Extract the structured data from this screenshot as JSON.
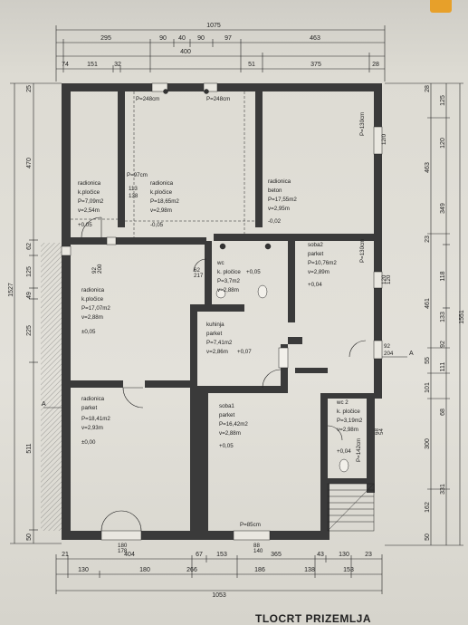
{
  "title": "TLOCRT PRIZEMLJA",
  "top_dims": {
    "overall": "1075",
    "row2": [
      "295",
      "90",
      "40",
      "90",
      "97",
      "463"
    ],
    "row3": [
      "400"
    ],
    "row4": [
      "74",
      "151",
      "32",
      "51",
      "375",
      "28"
    ]
  },
  "bottom_dims": {
    "row1": [
      "21",
      "404",
      "67",
      "153",
      "365",
      "43",
      "130",
      "23"
    ],
    "row2": [
      "130",
      "180",
      "266",
      "186",
      "138",
      "153"
    ],
    "overall": "1053"
  },
  "left_dims": {
    "overall": "1527",
    "parts": [
      "470",
      "62",
      "125",
      "49",
      "225",
      "511",
      "50"
    ],
    "misc": [
      "25"
    ]
  },
  "right_dims": {
    "outer": [
      "125",
      "463",
      "349",
      "461",
      "55",
      "101",
      "300",
      "162",
      "50"
    ],
    "inner": [
      "120",
      "23",
      "118",
      "133",
      "92",
      "111",
      "68",
      "331"
    ],
    "overall": "1551",
    "misc": [
      "28"
    ]
  },
  "openings": {
    "top1": "P=248cm",
    "top2": "P=248cm",
    "p97": "P=97cm",
    "p130a": "P=130cm",
    "p130b": "P=130cm",
    "p142": "P=142cm",
    "p85": "P=85cm",
    "w1": "12/0",
    "w2": "120",
    "w3": "120",
    "w4": "92",
    "w5": "204",
    "w6": "68",
    "w7": "54",
    "w8": "180",
    "w9": "178",
    "w10": "88",
    "w11": "140",
    "w12": "92",
    "w13": "200",
    "w14": "62",
    "w15": "217",
    "w16": "113",
    "w17": "138",
    "section_a": "A"
  },
  "rooms": [
    {
      "name": "radionica",
      "floor": "k.pločice",
      "area": "P=7,09m2",
      "height": "v=2,54m",
      "level": "+0,05"
    },
    {
      "name": "radionica",
      "floor": "k.pločice",
      "area": "P=18,65m2",
      "height": "v=2,98m",
      "level": "-0,05"
    },
    {
      "name": "radionica",
      "floor": "beton",
      "area": "P=17,55m2",
      "height": "v=2,95m",
      "level": "-0,02"
    },
    {
      "name": "radionica",
      "floor": "k.pločice",
      "area": "P=17,07m2",
      "height": "v=2,88m",
      "level": "±0,05"
    },
    {
      "name": "wc",
      "floor": "k. pločice",
      "area": "P=3,7m2",
      "height": "v=2,88m",
      "level": "+0,05"
    },
    {
      "name": "soba2",
      "floor": "parket",
      "area": "P=10,76m2",
      "height": "v=2,89m",
      "level": "+0,04"
    },
    {
      "name": "kuhinja",
      "floor": "parket",
      "area": "P=7,41m2",
      "height": "v=2,86m",
      "level": "+0,07"
    },
    {
      "name": "radionica",
      "floor": "parket",
      "area": "P=18,41m2",
      "height": "v=2,93m",
      "level": "±0,00"
    },
    {
      "name": "soba1",
      "floor": "parket",
      "area": "P=16,42m2",
      "height": "v=2,88m",
      "level": "+0,05"
    },
    {
      "name": "wc 2",
      "floor": "k. pločice",
      "area": "P=3,19m2",
      "height": "v=2,98m",
      "level": "+0,04"
    }
  ],
  "colors": {
    "wall": "#3a3a3a",
    "paper": "#e3e1da",
    "line": "#222222",
    "accent": "#e7a02a"
  }
}
